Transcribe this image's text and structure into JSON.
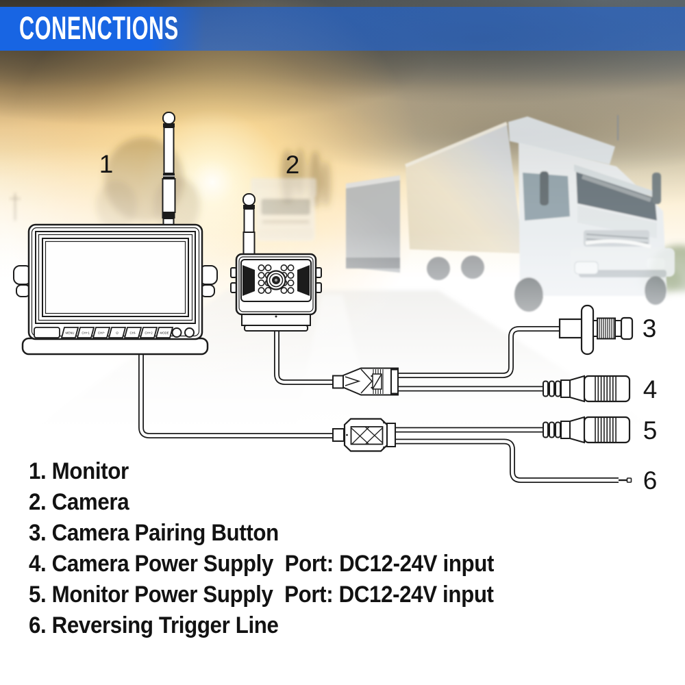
{
  "header": {
    "title": "CONENCTIONS",
    "banner_color": "#1865e3"
  },
  "callouts": {
    "monitor": "1",
    "camera": "2",
    "pairing_button": "3",
    "camera_power": "4",
    "monitor_power": "5",
    "reversing_trigger": "6"
  },
  "monitor": {
    "buttons": [
      "MENU",
      "CH+1",
      "CH/+",
      "⏻",
      "CH/-",
      "CH+2",
      "MODE"
    ]
  },
  "legend": {
    "items": [
      "1. Monitor",
      "2. Camera",
      "3. Camera Pairing Button",
      "4. Camera Power Supply  Port: DC12-24V input",
      "5. Monitor Power Supply  Port: DC12-24V input",
      "6. Reversing Trigger Line"
    ]
  },
  "colors": {
    "line_art": "#1c1c1c",
    "banner_blue": "#1865e3",
    "sky_gold": "#f0c987",
    "text": "#121212"
  }
}
